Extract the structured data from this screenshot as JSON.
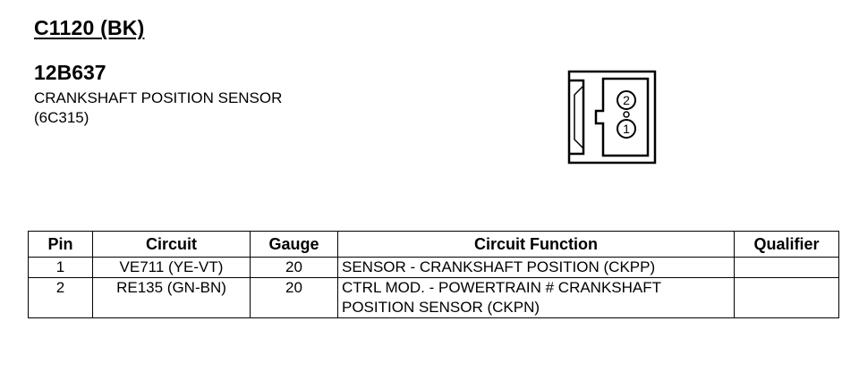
{
  "header": {
    "connector_id": "C1120 (BK)",
    "part_number": "12B637",
    "component_name": "CRANKSHAFT POSITION SENSOR",
    "component_code": "(6C315)"
  },
  "connector_diagram": {
    "pins": [
      {
        "label": "2"
      },
      {
        "label": "1"
      }
    ]
  },
  "table": {
    "headers": {
      "pin": "Pin",
      "circuit": "Circuit",
      "gauge": "Gauge",
      "function": "Circuit Function",
      "qualifier": "Qualifier"
    },
    "rows": [
      {
        "pin": "1",
        "circuit": "VE711 (YE-VT)",
        "gauge": "20",
        "function_lines": [
          "SENSOR - CRANKSHAFT POSITION (CKPP)"
        ],
        "qualifier": ""
      },
      {
        "pin": "2",
        "circuit": "RE135 (GN-BN)",
        "gauge": "20",
        "function_lines": [
          "CTRL MOD. - POWERTRAIN # CRANKSHAFT",
          "POSITION SENSOR (CKPN)"
        ],
        "qualifier": ""
      }
    ]
  }
}
